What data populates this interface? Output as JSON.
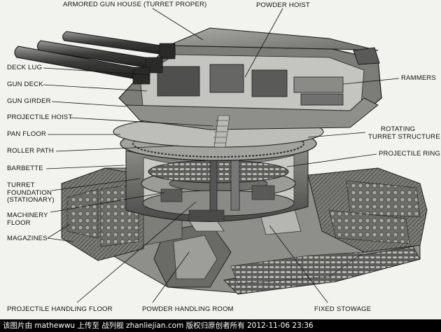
{
  "labels": {
    "armored_gun_house": "ARMORED GUN HOUSE (TURRET PROPER)",
    "powder_hoist": "POWDER HOIST",
    "deck_lug": "DECK LUG",
    "gun_deck": "GUN DECK",
    "gun_girder": "GUN GIRDER",
    "projectile_hoist": "PROJECTILE HOIST",
    "pan_floor": "PAN FLOOR",
    "roller_path": "ROLLER PATH",
    "barbette": "BARBETTE",
    "turret_foundation_line1": "TURRET",
    "turret_foundation_line2": "FOUNDATION",
    "turret_foundation_line3": "(STATIONARY)",
    "machinery_floor_line1": "MACHINERY",
    "machinery_floor_line2": "FLOOR",
    "magazines": "MAGAZINES",
    "projectile_handling_floor": "PROJECTILE HANDLING FLOOR",
    "powder_handling_room": "POWDER HANDLING ROOM",
    "fixed_stowage": "FIXED STOWAGE",
    "rammers": "RAMMERS",
    "rotating_turret_line1": "ROTATING",
    "rotating_turret_line2": "TURRET STRUCTURE",
    "projectile_ring": "PROJECTILE RING"
  },
  "footer": {
    "watermark": "该图片由 mathewwu 上传至 战列舰 zhanliejian.com 版权归原创者所有 2012-11-06 23:36"
  },
  "colors": {
    "background": "#f2f2ef",
    "ink": "#111111",
    "footer_bg": "#000000",
    "footer_text": "#ffffff"
  }
}
